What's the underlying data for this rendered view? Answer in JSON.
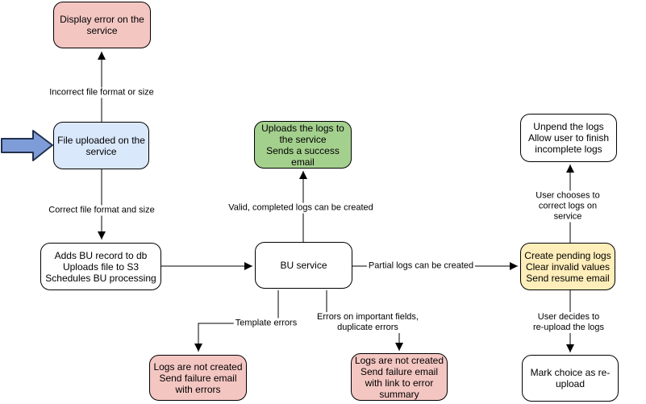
{
  "diagram": {
    "title": "",
    "colors": {
      "pink": "#f3c6c2",
      "blue": "#dae8fc",
      "green": "#a4d08e",
      "yellow": "#ffeeba",
      "white": "#ffffff",
      "border": "#000000",
      "arrow_fill": "#7e9dd8",
      "arrow_stroke": "#22304d"
    },
    "nodes": {
      "display_error": {
        "text": "Display error on the\nservice",
        "color": "pink"
      },
      "file_uploaded": {
        "text": "File uploaded on the\nservice",
        "color": "blue"
      },
      "adds_bu_record": {
        "text": "Adds BU record to db\nUploads file to S3\nSchedules BU processing",
        "color": "white"
      },
      "uploads_logs": {
        "text": "Uploads the logs to\nthe service\nSends a success\nemail",
        "color": "green"
      },
      "bu_service": {
        "text": "BU service",
        "color": "white"
      },
      "unpend_logs": {
        "text": "Unpend the logs\nAllow user to finish\nincomplete logs",
        "color": "white"
      },
      "create_pending": {
        "text": "Create pending logs\nClear invalid values\nSend resume email",
        "color": "yellow"
      },
      "mark_choice": {
        "text": "Mark choice as re-\nupload",
        "color": "white"
      },
      "logs_failure_errors": {
        "text": "Logs are not created\nSend failure email\nwith errors",
        "color": "pink"
      },
      "logs_failure_summary": {
        "text": "Logs are not created\nSend failure email\nwith link to error\nsummary",
        "color": "pink"
      }
    },
    "edge_labels": {
      "incorrect_file": "Incorrect file format or size",
      "correct_file": "Correct file format and size",
      "valid_logs": "Valid, completed logs can be created",
      "partial_logs": "Partial logs can be created",
      "template_errors": "Template errors",
      "important_field_errors": "Errors on important fields,\nduplicate errors",
      "user_corrects": "User chooses to correct logs on service",
      "user_reuploads": "User decides to re-upload the logs"
    }
  }
}
